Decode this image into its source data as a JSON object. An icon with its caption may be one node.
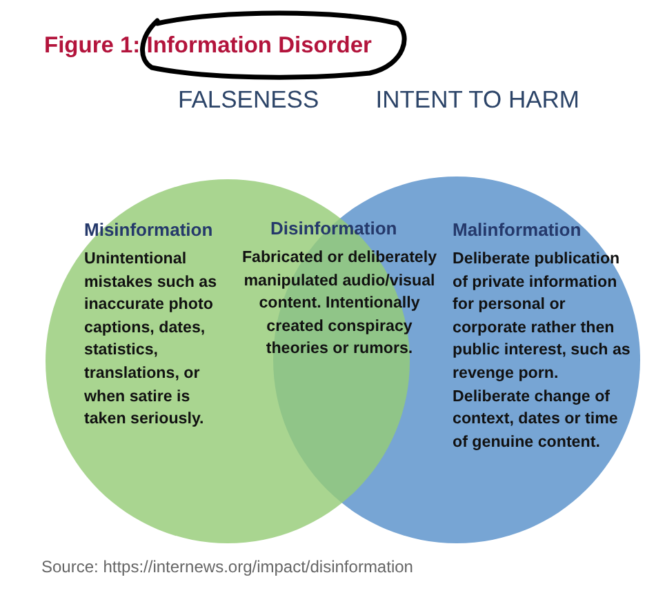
{
  "diagram": {
    "title": "Figure 1: Information Disorder",
    "caption": "Source: https://internews.org/impact/disinformation",
    "nodes": [
      {
        "text": [
          "FALSENESS",
          "Misinformation",
          "Unintentional mistakes such as inaccurate photo captions, dates, statistics, translations, or when satire is taken seriously."
        ]
      },
      {
        "text": [
          "Disinformation",
          "Fabricated or deliberately manipulated audio/visual content. Intentionally created conspiracy theories or rumors."
        ]
      },
      {
        "text": [
          "INTENT TO HARM",
          "Malinformation",
          "Deliberate publication of private information for personal or corporate rather then public interest, such as revenge porn. Deliberate change of context, dates or time of genuine content."
        ]
      }
    ],
    "edges": []
  }
}
